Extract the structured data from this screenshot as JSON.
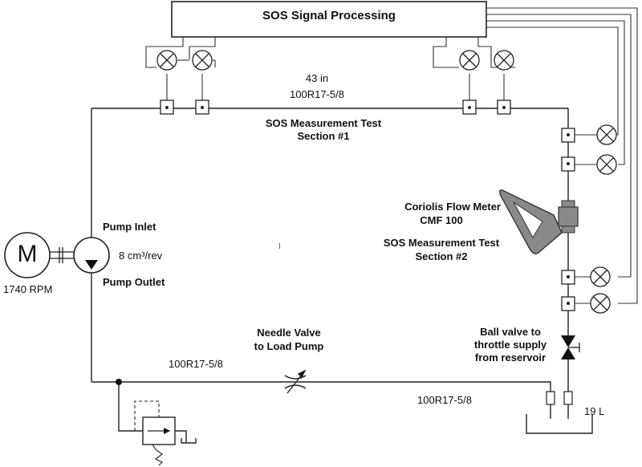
{
  "title": "SOS Signal Processing",
  "labels": {
    "length": "43 in",
    "hose_top": "100R17-5/8",
    "section1_line1": "SOS Measurement Test",
    "section1_line2": "Section #1",
    "coriolis_line1": "Coriolis Flow Meter",
    "coriolis_line2": "CMF 100",
    "section2_line1": "SOS Measurement Test",
    "section2_line2": "Section #2",
    "pump_inlet": "Pump Inlet",
    "displacement": "8 cm³/rev",
    "pump_outlet": "Pump Outlet",
    "motor_rpm": "1740 RPM",
    "motor_symbol": "M",
    "needle_line1": "Needle Valve",
    "needle_line2": "to Load Pump",
    "hose_left": "100R17-5/8",
    "hose_bottom": "100R17-5/8",
    "ball_line1": "Ball valve to",
    "ball_line2": "throttle supply",
    "ball_line3": "from reservoir",
    "reservoir_volume": "19 L",
    "center_mark": "I"
  },
  "colors": {
    "line": "#222222",
    "meter": "#8a8a8a",
    "background": "#ffffff"
  }
}
